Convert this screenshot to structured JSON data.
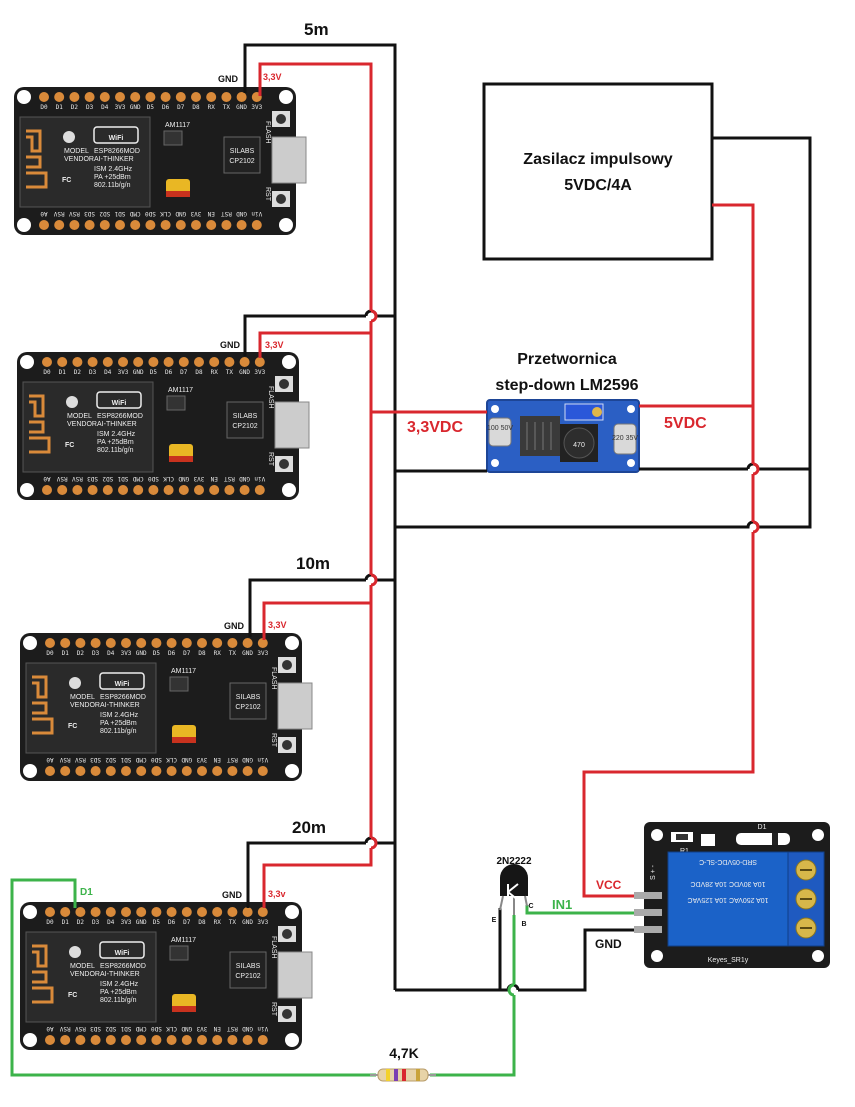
{
  "labels": {
    "dist_5m": "5m",
    "dist_10m": "10m",
    "dist_20m": "20m",
    "gnd": "GND",
    "v33": "3,3V",
    "v33_lower": "3,3v",
    "psu_line1": "Zasilacz impulsowy",
    "psu_line2": "5VDC/4A",
    "conv_line1": "Przetwornica",
    "conv_line2": "step-down LM2596",
    "vdc33": "3,3VDC",
    "vdc5": "5VDC",
    "d1": "D1",
    "transistor": "2N2222",
    "in1": "IN1",
    "vcc": "VCC",
    "relay_gnd": "GND",
    "resistor": "4,7K",
    "pin_e": "E",
    "pin_c": "C",
    "pin_b": "B"
  },
  "board": {
    "wifi": "WiFi",
    "model": "MODEL",
    "vendor": "VENDOR",
    "mod": "ESP8266MOD",
    "thinker": "AI-THINKER",
    "ism": "ISM 2.4GHz",
    "pa": "PA +25dBm",
    "std": "802.11b/g/n",
    "fcc": "FC",
    "cp": "CP2102",
    "silabs": "SILABS",
    "ams": "AM1117",
    "flash": "FLASH",
    "rst": "RST",
    "top_pins": [
      "D0",
      "D1",
      "D2",
      "D3",
      "D4",
      "3V3",
      "GND",
      "D5",
      "D6",
      "D7",
      "D8",
      "RX",
      "TX",
      "GND",
      "3V3"
    ],
    "bottom_pins": [
      "A0",
      "RSV",
      "RSV",
      "SD3",
      "SD2",
      "SD1",
      "CMD",
      "SD0",
      "CLK",
      "GND",
      "3V3",
      "EN",
      "RST",
      "GND",
      "Vin"
    ]
  },
  "converter": {
    "cap1": "100 50V",
    "cap2": "220 35V",
    "inductor": "470"
  },
  "relay": {
    "name": "Keyes_SR1y",
    "d1": "D1",
    "r1": "R1",
    "model": "SRD-05VDC-SL-C",
    "spec1": "10A 250VAC 10A 125VAC",
    "spec2": "10A 30VDC 10A 28VDC",
    "pins": "S + -"
  },
  "colors": {
    "wire_red": "#d9272e",
    "wire_black": "#111111",
    "wire_green": "#3cb34a",
    "board": "#1c1c1c",
    "relay": "#1b62c8",
    "converter": "#2b5fc4"
  }
}
